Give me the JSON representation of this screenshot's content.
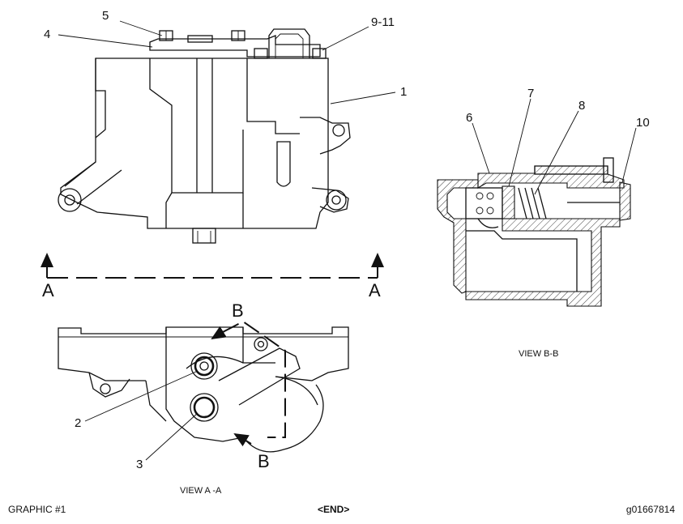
{
  "callouts": {
    "c1": "1",
    "c2": "2",
    "c3": "3",
    "c4": "4",
    "c5": "5",
    "c6": "6",
    "c7": "7",
    "c8": "8",
    "c9_11": "9-11",
    "c10": "10"
  },
  "section_letters": {
    "a_left": "A",
    "a_right": "A",
    "b_top": "B",
    "b_bottom": "B"
  },
  "captions": {
    "view_aa": "VIEW A -A",
    "view_bb": "VIEW B-B"
  },
  "footer": {
    "left": "GRAPHIC #1",
    "center": "<END>",
    "right": "g01667814"
  }
}
